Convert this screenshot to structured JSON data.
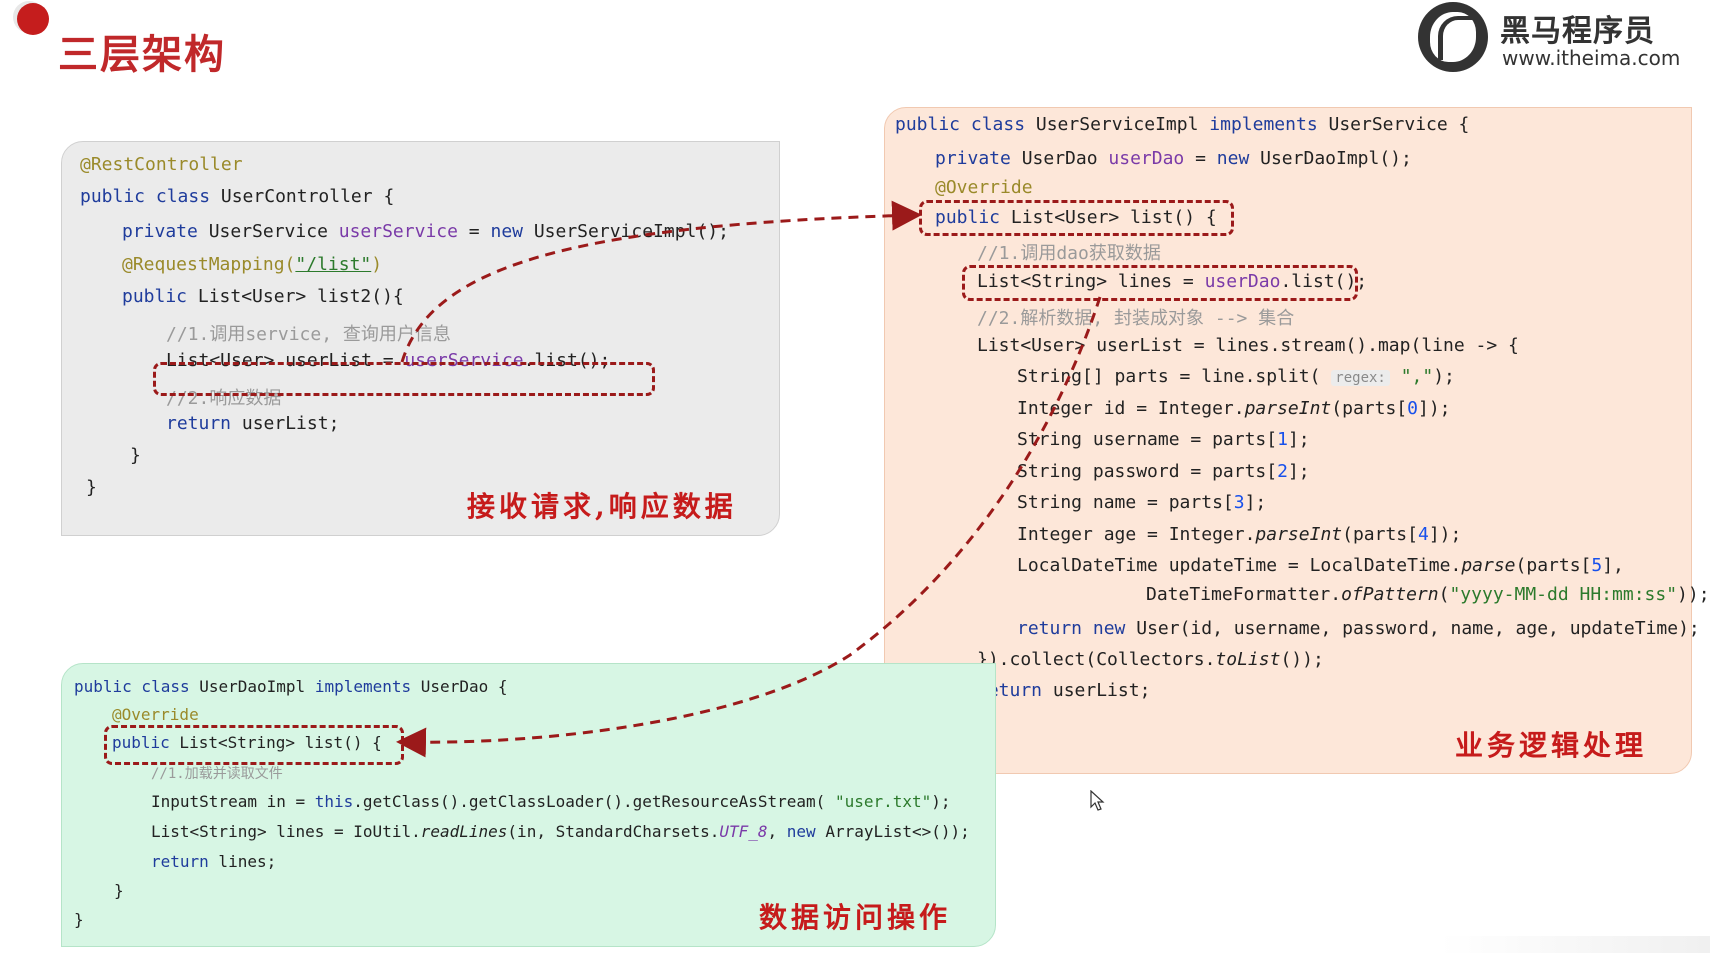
{
  "header": {
    "title": "三层架构",
    "logo_name": "黑马程序员",
    "logo_url": "www.itheima.com"
  },
  "controller": {
    "l1": "@RestController",
    "l2_kw": "public class",
    "l2_name": " UserController {",
    "l3_kw": "private",
    "l3_type": " UserService ",
    "l3_field": "userService",
    "l3_eq": " = ",
    "l3_new": "new",
    "l3_rest": " UserServiceImpl();",
    "l4_an": "@RequestMapping(",
    "l4_str": "\"/list\"",
    "l4_end": ")",
    "l5_kw": "public",
    "l5_rest": " List<User> list2(){",
    "l6_comment": "//1.调用service, 查询用户信息",
    "l7_a": "List<User> userList = ",
    "l7_field": "userService",
    "l7_b": ".list();",
    "l8_comment": "//2.响应数据",
    "l9_kw": "return",
    "l9_rest": " userList;",
    "l10": "}",
    "l11": "}",
    "label": "接收请求,响应数据"
  },
  "service": {
    "l1_kw": "public class",
    "l1_name": " UserServiceImpl ",
    "l1_impl": "implements",
    "l1_rest": " UserService {",
    "l2_kw": "private",
    "l2_type": " UserDao ",
    "l2_field": "userDao",
    "l2_eq": " = ",
    "l2_new": "new",
    "l2_rest": " UserDaoImpl();",
    "l3": "@Override",
    "l4_kw": "public",
    "l4_rest": " List<User> list() {",
    "l5_comment": "//1.调用dao获取数据",
    "l6_a": "List<String> lines = ",
    "l6_field": "userDao",
    "l6_b": ".list();",
    "l7_comment": "//2.解析数据, 封装成对象 --> 集合",
    "l8": "List<User> userList = lines.stream().map(line -> {",
    "l9_a": "String[] parts = line.split( ",
    "l9_hint": "regex:",
    "l9_str": " \",\"",
    "l9_b": ");",
    "l10_a": "Integer id = Integer.",
    "l10_it": "parseInt",
    "l10_b": "(parts[",
    "l10_n": "0",
    "l10_c": "]);",
    "l11_a": "String username = parts[",
    "l11_n": "1",
    "l11_b": "];",
    "l12_a": "String password = parts[",
    "l12_n": "2",
    "l12_b": "];",
    "l13_a": "String name = parts[",
    "l13_n": "3",
    "l13_b": "];",
    "l14_a": "Integer age = Integer.",
    "l14_it": "parseInt",
    "l14_b": "(parts[",
    "l14_n": "4",
    "l14_c": "]);",
    "l15_a": "LocalDateTime updateTime = LocalDateTime.",
    "l15_it": "parse",
    "l15_b": "(parts[",
    "l15_n": "5",
    "l15_c": "],",
    "l16_a": "DateTimeFormatter.",
    "l16_it": "ofPattern",
    "l16_b": "(",
    "l16_str": "\"yyyy-MM-dd HH:mm:ss\"",
    "l16_c": "));",
    "l17_kw": "return",
    "l17_new": " new",
    "l17_rest": " User(id, username, password, name, age, updateTime);",
    "l18_a": "}).collect(Collectors.",
    "l18_it": "toList",
    "l18_b": "());",
    "l19_kw": "return",
    "l19_rest": " userList;",
    "l20": "}",
    "l21": "}",
    "label": "业务逻辑处理"
  },
  "dao": {
    "l1_kw": "public class",
    "l1_name": " UserDaoImpl ",
    "l1_impl": "implements",
    "l1_rest": " UserDao {",
    "l2": "@Override",
    "l3_kw": "public",
    "l3_rest": " List<String> list() {",
    "l4_comment": "//1.加载并读取文件",
    "l5_a": "InputStream in = ",
    "l5_kw": "this",
    "l5_b": ".getClass().getClassLoader().getResourceAsStream( ",
    "l5_str": "\"user.txt\"",
    "l5_c": ");",
    "l6_a": "List<String> lines = IoUtil.",
    "l6_it": "readLines",
    "l6_b": "(in, StandardCharsets.",
    "l6_it2": "UTF_8",
    "l6_c": ", ",
    "l6_new": "new",
    "l6_d": " ArrayList<>());",
    "l7_kw": "return",
    "l7_rest": " lines;",
    "l8": "}",
    "l9": "}",
    "label": "数据访问操作"
  },
  "colors": {
    "accent": "#c0282a",
    "arrow": "#9b1a1a",
    "controller_bg": "#ebebeb",
    "service_bg": "#fde7d9",
    "dao_bg": "#d7f6e4"
  }
}
